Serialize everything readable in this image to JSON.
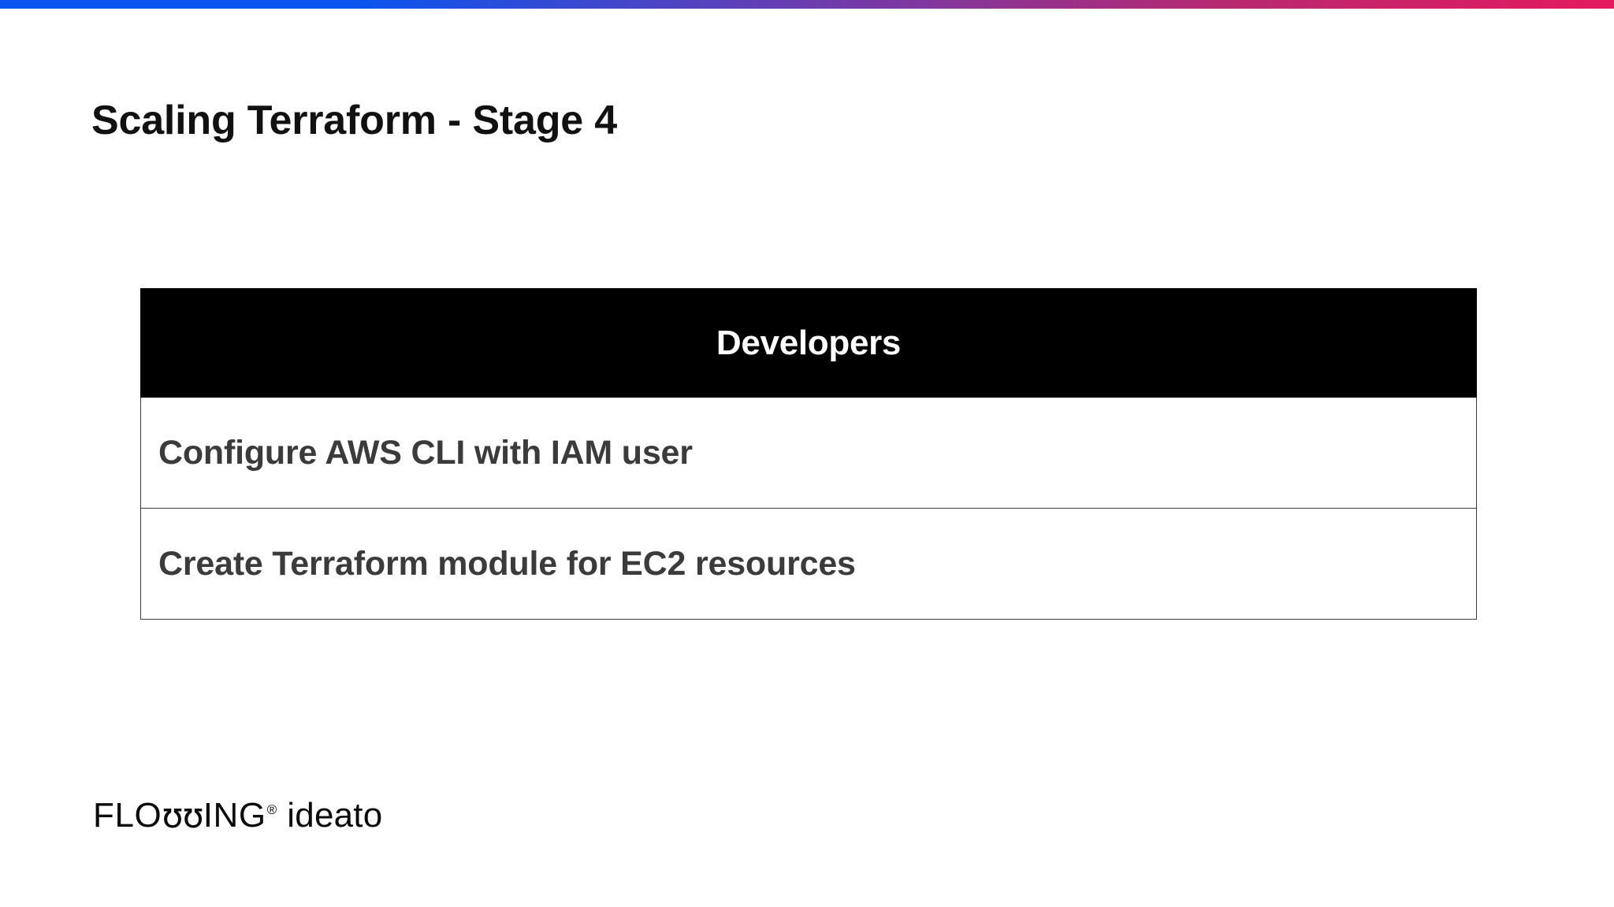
{
  "slide": {
    "title": "Scaling Terraform - Stage 4",
    "accent_bar": {
      "name": "gradient-accent-bar",
      "color_start": "#0a55f0",
      "color_mid": "#6b3cb0",
      "color_end": "#e5195e"
    }
  },
  "table": {
    "header_bg": "#000000",
    "header_text_color": "#ffffff",
    "body_text_color": "#3b3b3b",
    "border_color": "#3c3c3c",
    "columns": [
      "Developers"
    ],
    "rows": [
      [
        "Configure AWS CLI with IAM user"
      ],
      [
        "Create Terraform module for EC2 resources"
      ]
    ]
  },
  "footer": {
    "logo": {
      "prefix": "FLO",
      "w_glyph": "ʊʊ",
      "suffix": "ING",
      "registered": "®",
      "word": "ideato",
      "full_text": "FLOWING® ideato"
    }
  }
}
